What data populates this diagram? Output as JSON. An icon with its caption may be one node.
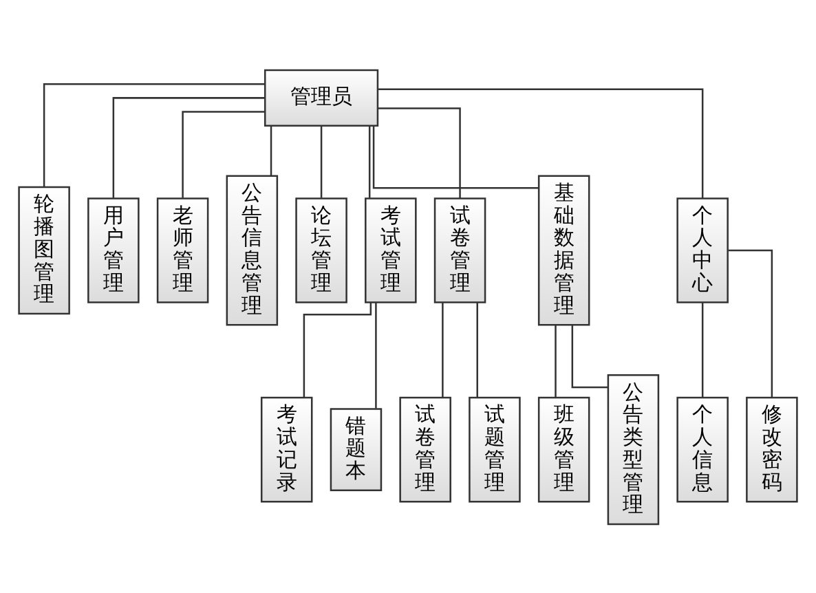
{
  "diagram": {
    "nodes": [
      {
        "text": [
          "管理员"
        ]
      },
      {
        "text": [
          "轮播图管理"
        ]
      },
      {
        "text": [
          "用户管理"
        ]
      },
      {
        "text": [
          "老师管理"
        ]
      },
      {
        "text": [
          "公告信息管理"
        ]
      },
      {
        "text": [
          "论坛管理"
        ]
      },
      {
        "text": [
          "考试管理"
        ]
      },
      {
        "text": [
          "试卷管理"
        ]
      },
      {
        "text": [
          "基础数据管理"
        ]
      },
      {
        "text": [
          "个人中心"
        ]
      },
      {
        "text": [
          "考试记录"
        ]
      },
      {
        "text": [
          "错题本"
        ]
      },
      {
        "text": [
          "试卷管理"
        ]
      },
      {
        "text": [
          "试题管理"
        ]
      },
      {
        "text": [
          "班级管理"
        ]
      },
      {
        "text": [
          "公告类型管理"
        ]
      },
      {
        "text": [
          "个人信息"
        ]
      },
      {
        "text": [
          "修改密码"
        ]
      }
    ],
    "edges": [
      {
        "from": 0,
        "to": 1,
        "arrow": "none"
      },
      {
        "from": 0,
        "to": 2,
        "arrow": "none"
      },
      {
        "from": 0,
        "to": 3,
        "arrow": "none"
      },
      {
        "from": 0,
        "to": 4,
        "arrow": "none"
      },
      {
        "from": 0,
        "to": 5,
        "arrow": "none"
      },
      {
        "from": 0,
        "to": 6,
        "arrow": "none"
      },
      {
        "from": 0,
        "to": 7,
        "arrow": "none"
      },
      {
        "from": 0,
        "to": 8,
        "arrow": "none"
      },
      {
        "from": 0,
        "to": 9,
        "arrow": "none"
      },
      {
        "from": 6,
        "to": 10,
        "arrow": "none"
      },
      {
        "from": 6,
        "to": 11,
        "arrow": "none"
      },
      {
        "from": 7,
        "to": 12,
        "arrow": "none"
      },
      {
        "from": 7,
        "to": 13,
        "arrow": "none"
      },
      {
        "from": 8,
        "to": 14,
        "arrow": "none"
      },
      {
        "from": 8,
        "to": 15,
        "arrow": "none"
      },
      {
        "from": 9,
        "to": 16,
        "arrow": "none"
      },
      {
        "from": 9,
        "to": 17,
        "arrow": "none"
      }
    ]
  }
}
